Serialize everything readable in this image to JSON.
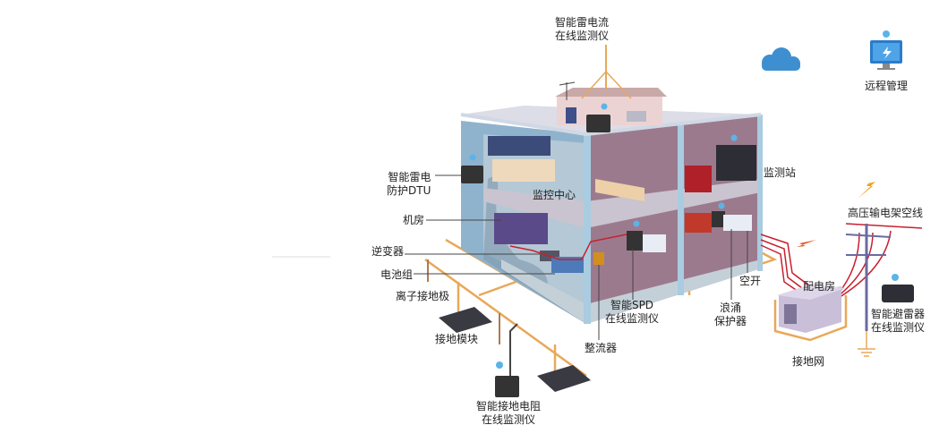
{
  "labels": {
    "lightning_monitor": [
      "智能雷电流",
      "在线监测仪"
    ],
    "remote_management": "远程管理",
    "dtu": [
      "智能雷电",
      "防护DTU"
    ],
    "monitoring_center": "监控中心",
    "monitoring_station": "监测站",
    "machine_room": "机房",
    "inverter": "逆变器",
    "battery_pack": "电池组",
    "ion_ground_electrode": "离子接地极",
    "grounding_module": "接地模块",
    "ground_resistance_monitor": [
      "智能接地电阻",
      "在线监测仪"
    ],
    "spd_monitor": [
      "智能SPD",
      "在线监测仪"
    ],
    "rectifier": "整流器",
    "surge_protector": [
      "浪涌",
      "保护器"
    ],
    "air_switch": "空开",
    "distribution_room": "配电房",
    "grounding_grid": "接地网",
    "hv_overhead_line": "高压输电架空线",
    "arrester_monitor": [
      "智能避雷器",
      "在线监测仪"
    ]
  },
  "colors": {
    "building_side": "#8fb3cc",
    "interior_wall": "#9c7a8e",
    "floor": "#c9c4cf",
    "ground_wire": "#e8a85a",
    "cable": "#c8202e",
    "cloud": "#3d8fd0"
  },
  "icons": [
    "cloud-icon",
    "computer-icon",
    "lightning-icon",
    "wifi-icon",
    "ground-symbol-icon"
  ]
}
